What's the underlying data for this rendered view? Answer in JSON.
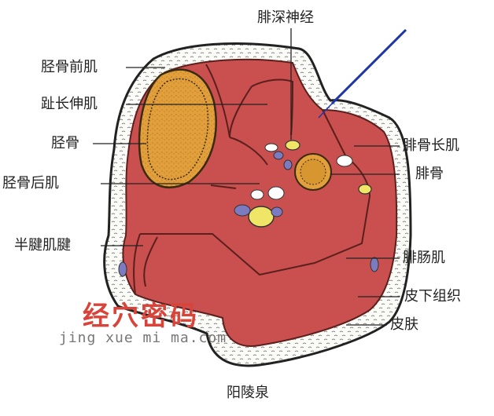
{
  "labels": {
    "tibialis_anterior": "胫骨前肌",
    "ext_digitorum_longus": "趾长伸肌",
    "tibia": "胫骨",
    "tibialis_posterior": "胫骨后肌",
    "semitendinosus_tendon": "半腱肌腱",
    "deep_peroneal_nerve": "腓深神经",
    "peroneus_longus": "腓骨长肌",
    "fibula": "腓骨",
    "gastrocnemius": "腓肠肌",
    "subcutaneous_tissue": "皮下组织",
    "skin": "皮肤",
    "acupoint_name": "阳陵泉"
  },
  "watermark": {
    "cn": "经穴密码",
    "en": "jing xue mi ma.com"
  },
  "colors": {
    "muscle": "#c9504f",
    "muscle_border": "#7a2a28",
    "bone": "#e2a03c",
    "bone_inner": "#d7962f",
    "nerve": "#efe667",
    "vessel": "#7c7bc0",
    "skin_fat": "#fbfbf7",
    "needle": "#1f35a8",
    "watermark": "#d9443a"
  }
}
